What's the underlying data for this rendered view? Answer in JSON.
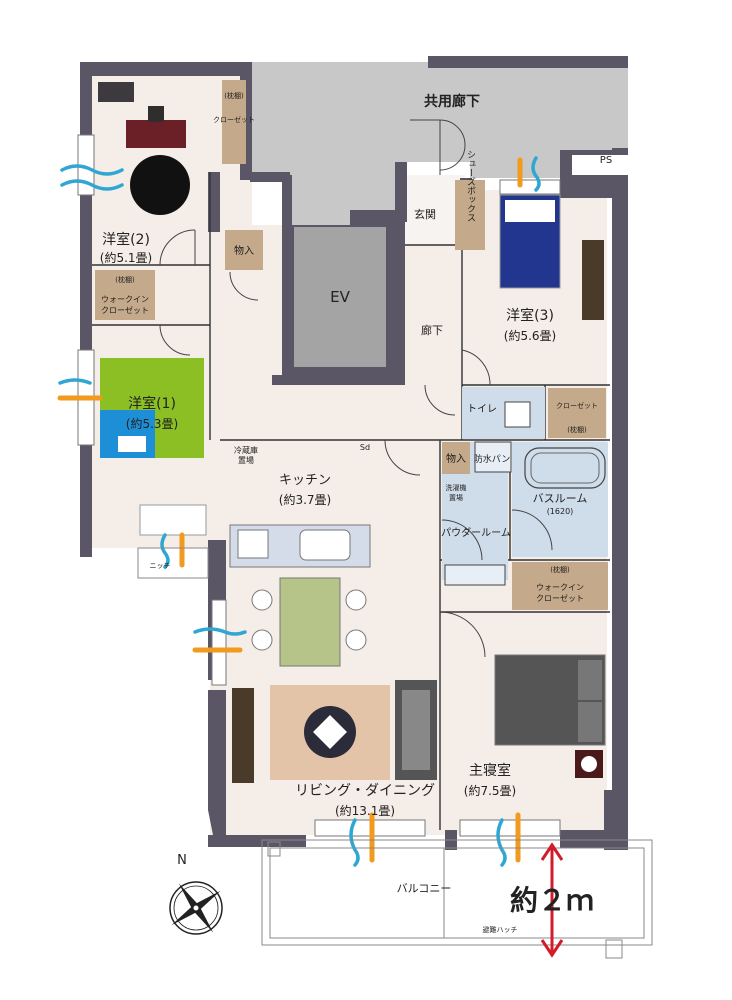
{
  "rooms": {
    "kyoyo": "共用廊下",
    "ps": "PS",
    "genkan": "玄関",
    "shoes_box": "シューズボックス",
    "ev": "EV",
    "rouka": "廊下",
    "yoshitsu2": "洋室(2)",
    "yoshitsu2_size": "(約5.1畳)",
    "yoshitsu1": "洋室(1)",
    "yoshitsu1_size": "(約5.3畳)",
    "yoshitsu3": "洋室(3)",
    "yoshitsu3_size": "(約5.6畳)",
    "monoire_left": "物入",
    "monoire_right": "物入",
    "toilet": "トイレ",
    "bousui_pan": "防水パン",
    "bathroom": "バスルーム",
    "bathroom_size": "(1620)",
    "powder": "パウダールーム",
    "kitchen": "キッチン",
    "kitchen_size": "(約3.7畳)",
    "living": "リビング・ダイニング",
    "living_size": "(約13.1畳)",
    "shushin": "主寝室",
    "shushin_size": "(約7.5畳)",
    "balcony": "バルコニー",
    "sd": "Sd",
    "reizoko": "冷蔵庫",
    "reizoko_note": "置場",
    "closet_top_note": "(枕棚)",
    "closet_top": "クローゼット",
    "wic_left_note": "(枕棚)",
    "wic_left_1": "ウォークイン",
    "wic_left_2": "クローゼット",
    "wic_right_note": "(枕棚)",
    "wic_right_1": "ウォークイン",
    "wic_right_2": "クローゼット",
    "closet3_note": "(枕棚)",
    "closet3": "クローゼット",
    "sentakuki": "洗濯機",
    "sentakuki_note": "置場",
    "niche": "ニッチ",
    "hinan": "避難ハッチ"
  },
  "compass": {
    "north": "N"
  },
  "dimension": {
    "label": "約２ｍ"
  },
  "colors": {
    "wall": "#5b5666",
    "floor": "#f4ede8",
    "corridor": "#c8c8c8",
    "wet_area": "#cfdcea",
    "shelf": "#c4a98a",
    "bed_blue": "#23368f",
    "desk_green": "#8bbf24",
    "desk_blue": "#1d8fd6",
    "dimension_red": "#d11d2a",
    "wind_blue": "#2fa6d3",
    "wind_orange": "#f29a1d"
  }
}
